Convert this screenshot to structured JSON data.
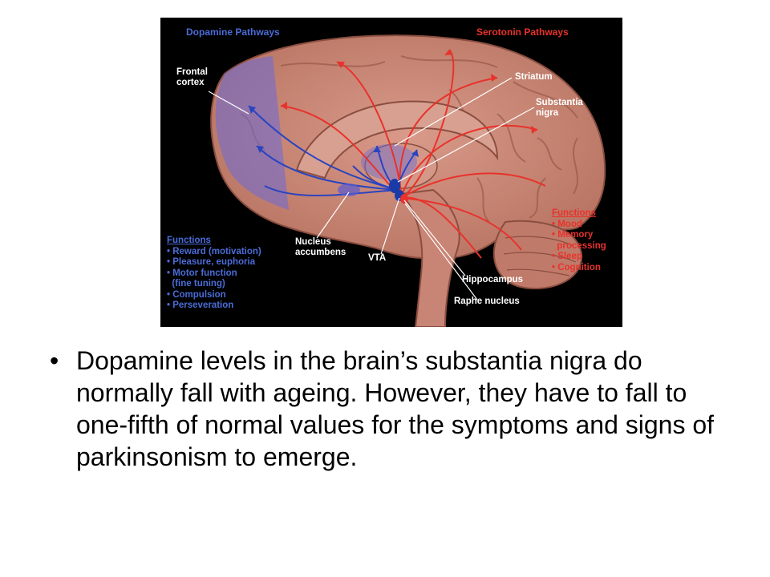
{
  "figure": {
    "titles": {
      "dopamine": "Dopamine Pathways",
      "serotonin": "Serotonin Pathways"
    },
    "labels": {
      "frontal_cortex": [
        "Frontal",
        "cortex"
      ],
      "striatum": "Striatum",
      "substantia_nigra": [
        "Substantia",
        "nigra"
      ],
      "nucleus_accumbens": [
        "Nucleus",
        "accumbens"
      ],
      "vta": "VTA",
      "hippocampus": "Hippocampus",
      "raphe_nucleus": "Raphe nucleus"
    },
    "dopamine_functions": {
      "title": "Functions",
      "items": [
        "• Reward (motivation)",
        "• Pleasure, euphoria",
        "• Motor function",
        "  (fine tuning)",
        "• Compulsion",
        "• Perseveration"
      ]
    },
    "serotonin_functions": {
      "title": "Functions",
      "items": [
        "• Mood",
        "• Memory",
        "  processing",
        "• Sleep",
        "• Cognition"
      ]
    },
    "colors": {
      "dopamine": "#3a55c8",
      "serotonin": "#e8322c",
      "brain": "#c98a7c",
      "background": "#000000"
    }
  },
  "bullet": {
    "symbol": "•",
    "text": "Dopamine levels in the brain’s substantia nigra do normally fall with ageing. However, they have to fall to one-fifth of normal values for the symptoms and signs of parkinsonism to emerge."
  }
}
